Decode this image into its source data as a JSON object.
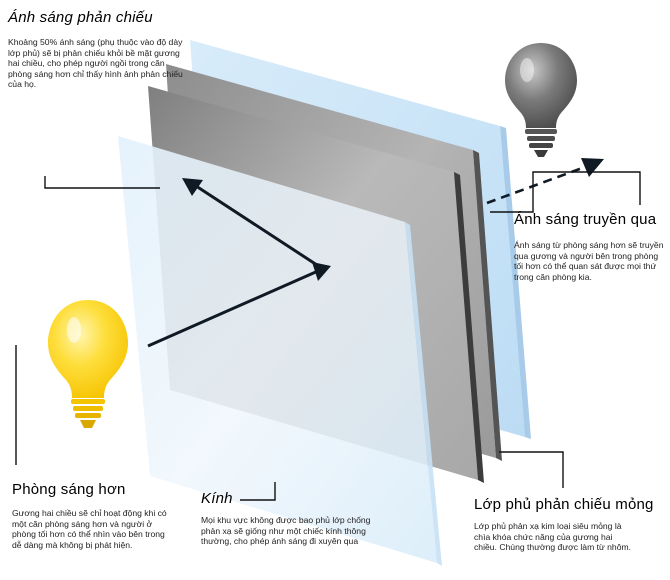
{
  "colors": {
    "glass_light": "#cfe6f7",
    "glass_edge": "#a9cfee",
    "tinted_glass": "#8a8a8a",
    "tinted_glass_dark": "#6c6c6c",
    "bulb_yellow": "#fdd20a",
    "bulb_yellow_light": "#fff3a0",
    "bulb_gray": "#6f6f6f",
    "arrow": "#0f1a24"
  },
  "icons": {
    "bright_bulb": "lightbulb-icon",
    "dim_bulb": "lightbulb-icon"
  },
  "labels": {
    "reflected": {
      "title": "Ánh sáng phản chiếu",
      "body": "Khoảng 50% ánh sáng (phụ thuộc vào độ dày lớp phủ) sẽ bị phản chiếu khỏi bề mặt gương hai chiều, cho phép người ngồi trong căn phòng sáng hơn chỉ thấy hình ảnh phản chiếu của họ."
    },
    "transmitted": {
      "title": "Ánh sáng truyền qua",
      "body": "Ánh sáng từ phòng sáng hơn sẽ truyền qua gương và người bên trong phòng tối hơn có thể quan sát được mọi thứ trong căn phòng kia."
    },
    "bright_room": {
      "title": "Phòng sáng hơn",
      "body": "Gương hai chiều sẽ chỉ hoạt động khi có một căn phòng sáng hơn và người ở phòng tối hơn có thể nhìn vào bên trong dễ dàng mà không bị phát hiện."
    },
    "glass": {
      "title": "Kính",
      "body": "Mọi khu vực không được bao phủ lớp chống phản xạ sẽ giống như một chiếc kính thông thường, cho phép ánh sáng đi xuyên qua"
    },
    "coating": {
      "title": "Lớp phủ phản chiếu mỏng",
      "body": "Lớp phủ phản xạ kim loại siêu mỏng là chìa khóa chức năng của gương hai chiều. Chúng thường được làm từ nhôm."
    }
  }
}
